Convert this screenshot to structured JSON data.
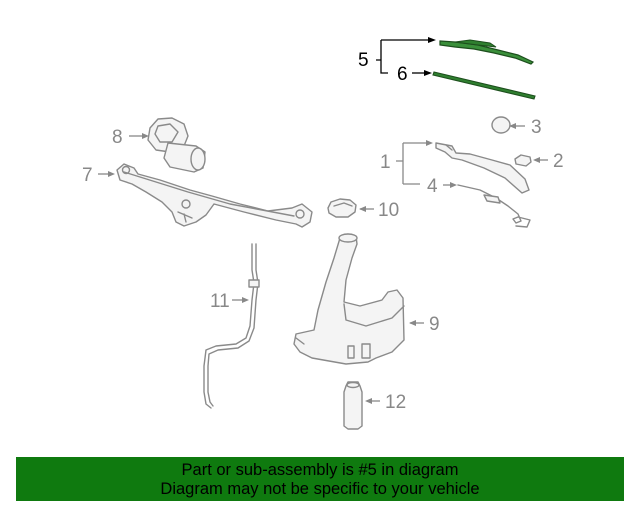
{
  "callouts": {
    "c1": "1",
    "c2": "2",
    "c3": "3",
    "c4": "4",
    "c5": "5",
    "c6": "6",
    "c7": "7",
    "c8": "8",
    "c9": "9",
    "c10": "10",
    "c11": "11",
    "c12": "12"
  },
  "highlight_color": "#2e8b2e",
  "banner": {
    "line1": "Part or sub-assembly is #5 in diagram",
    "line2": "Diagram may not be specific to your vehicle",
    "background": "#0f7a0f"
  }
}
